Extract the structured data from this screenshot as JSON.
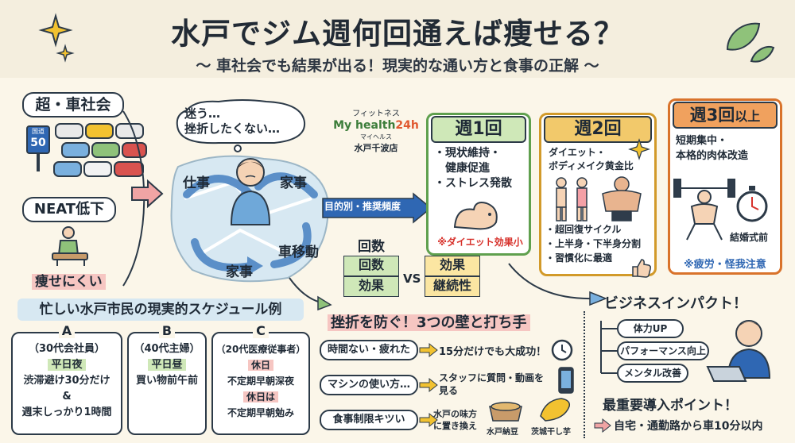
{
  "title": "水戸でジム週何回通えば痩せる？",
  "subtitle": "〜 車社会でも結果が出る！現実的な通い方と食事の正解 〜",
  "left": {
    "car_society": "超・車社会",
    "road_sign_top": "国道",
    "road_sign_num": "50",
    "neat": "NEAT低下",
    "hard_to_lose": "痩せにくい"
  },
  "center": {
    "bubble_line1": "迷う…",
    "bubble_line2": "挫折したくない…",
    "work": "仕事",
    "housework_top": "家事",
    "car_move": "車移動",
    "housework_bottom": "家事",
    "recommend_label": "目的別・推奨頻度"
  },
  "gym": {
    "type": "フィットネス",
    "name_a": "My health",
    "name_b": "24h",
    "kana": "マイヘルス",
    "branch": "水戸千波店"
  },
  "plans": [
    {
      "title_main": "週1回",
      "title_suffix": "",
      "items": [
        "・現状維持・",
        "　健康促進",
        "・ストレス発散"
      ],
      "note": "※ダイエット効果小",
      "color": "#5fa04e",
      "bg": "#eaf5df"
    },
    {
      "title_main": "週2回",
      "title_suffix": "",
      "items": [
        "ダイエット・",
        "ボディメイク黄金比"
      ],
      "bullets": [
        "・超回復サイクル",
        "・上半身・下半身分割",
        "・習慣化に最適"
      ],
      "color": "#d29a2a",
      "bg": "#fbf0d4"
    },
    {
      "title_main": "週3回",
      "title_suffix": "以上",
      "items": [
        "短期集中・",
        "本格的肉体改造"
      ],
      "stopwatch_label": "結婚式前",
      "note": "※疲労・怪我注意",
      "color": "#d9732b",
      "bg": "#fbe3d0"
    }
  ],
  "vs": {
    "left_header": "回数",
    "left_cells": [
      "回数",
      "効果"
    ],
    "vs_label": "VS",
    "right_cells": [
      "効果",
      "継続性"
    ]
  },
  "schedule": {
    "title": "忙しい水戸市民の現実的スケジュール例",
    "columns": [
      {
        "letter": "A",
        "who": "（30代会社員）",
        "when": "平日夜",
        "lines": [
          "渋滞避け30分だけ",
          "&",
          "週末しっかり1時間"
        ]
      },
      {
        "letter": "B",
        "who": "（40代主婦）",
        "when": "平日昼",
        "lines": [
          "買い物前午前"
        ]
      },
      {
        "letter": "C",
        "who": "（20代医療従事者）",
        "when": "休日",
        "lines": [
          "不定期早朝深夜"
        ],
        "when2": "休日は",
        "lines2": [
          "不定期早朝勉み"
        ]
      }
    ]
  },
  "walls": {
    "title": "挫折を防ぐ！3つの壁と打ち手",
    "rows": [
      {
        "problem": "時間ない・疲れた",
        "solution": "15分だけでも大成功！"
      },
      {
        "problem": "マシンの使い方…",
        "solution": "スタッフに質問・動画を見る"
      },
      {
        "problem": "食事制限キツい",
        "solution_line1": "水戸の味方",
        "solution_line2": "に置き換え",
        "food1": "水戸納豆",
        "food2": "茨城干し芋"
      }
    ]
  },
  "business": {
    "title": "ビジネスインパクト！",
    "items": [
      "体力UP",
      "パフォーマンス向上",
      "メンタル改善"
    ],
    "key_title": "最重要導入ポイント！",
    "key_point": "自宅・通勤路から車10分以内"
  }
}
